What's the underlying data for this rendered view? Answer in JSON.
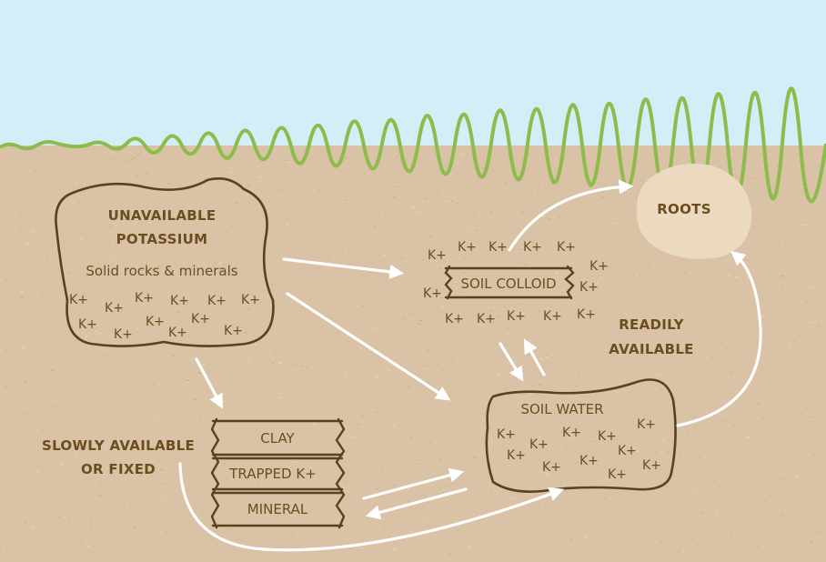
{
  "colors": {
    "sky": "#d3eef7",
    "soil": "#d9c2a5",
    "grass": "#8dbb4c",
    "roots": "#ebd9c0",
    "ink": "#6b4e20",
    "arrow": "#ffffff"
  },
  "unavailable": {
    "title_line1": "UNAVAILABLE",
    "title_line2": "POTASSIUM",
    "subtitle": "Solid rocks & minerals"
  },
  "roots": {
    "label": "ROOTS"
  },
  "colloid": {
    "label": "SOIL COLLOID"
  },
  "readily": {
    "line1": "READILY",
    "line2": "AVAILABLE"
  },
  "soil_water": {
    "label": "SOIL WATER"
  },
  "slowly": {
    "line1": "SLOWLY AVAILABLE",
    "line2": "OR FIXED"
  },
  "layers": {
    "clay": "CLAY",
    "trapped": "TRAPPED K+",
    "mineral": "MINERAL"
  },
  "ion": "K+"
}
